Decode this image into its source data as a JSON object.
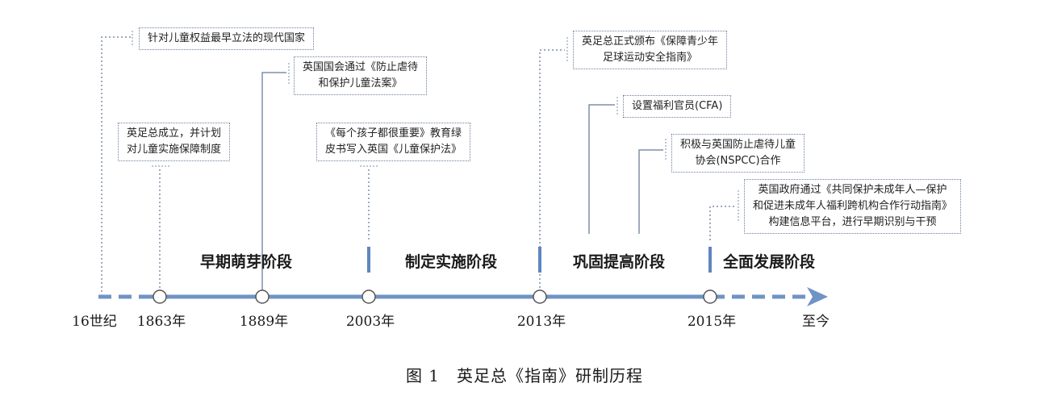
{
  "events": [
    {
      "id": "e1",
      "lines": [
        "针对儿童权益最早立法的现代国家"
      ]
    },
    {
      "id": "e2",
      "lines": [
        "英国国会通过《防止虐待",
        "和保护儿童法案》"
      ]
    },
    {
      "id": "e3",
      "lines": [
        "英足总成立，并计划",
        "对儿童实施保障制度"
      ]
    },
    {
      "id": "e4",
      "lines": [
        "《每个孩子都很重要》教育绿",
        "皮书写入英国《儿童保护法》"
      ]
    },
    {
      "id": "e5",
      "lines": [
        "英足总正式颁布《保障青少年",
        "足球运动安全指南》"
      ]
    },
    {
      "id": "e6",
      "lines": [
        "设置福利官员(CFA)"
      ]
    },
    {
      "id": "e7",
      "lines": [
        "积极与英国防止虐待儿童",
        "协会(NSPCC)合作"
      ]
    },
    {
      "id": "e8",
      "lines": [
        "英国政府通过《共同保护未成年人—保护",
        "和促进未成年人福利跨机构合作行动指南》",
        "构建信息平台，进行早期识别与干预"
      ]
    }
  ],
  "stages": [
    "早期萌芽阶段",
    "制定实施阶段",
    "巩固提高阶段",
    "全面发展阶段"
  ],
  "years": [
    "16世纪",
    "1863年",
    "1889年",
    "2003年",
    "2013年",
    "2015年",
    "至今"
  ],
  "caption": "图 1　英足总《指南》研制历程",
  "colors": {
    "timeline": "#6f93c4",
    "connector": "#7f8fa8",
    "box_border": "#6b7f9c",
    "marker": "#5f86bf"
  }
}
